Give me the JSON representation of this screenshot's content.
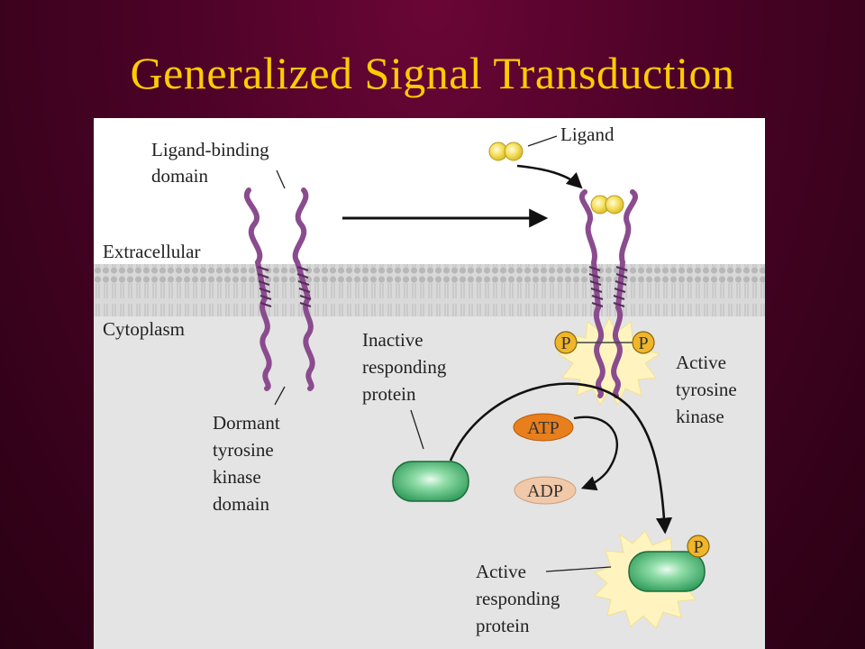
{
  "slide": {
    "title": "Generalized Signal Transduction"
  },
  "figure": {
    "labels": {
      "ligand_binding_line1": "Ligand-binding",
      "ligand_binding_line2": "domain",
      "ligand": "Ligand",
      "extracellular": "Extracellular",
      "cytoplasm": "Cytoplasm",
      "dormant_line1": "Dormant",
      "dormant_line2": "tyrosine",
      "dormant_line3": "kinase",
      "dormant_line4": "domain",
      "inactive_line1": "Inactive",
      "inactive_line2": "responding",
      "inactive_line3": "protein",
      "active_kinase_line1": "Active",
      "active_kinase_line2": "tyrosine",
      "active_kinase_line3": "kinase",
      "active_protein_line1": "Active",
      "active_protein_line2": "responding",
      "active_protein_line3": "protein"
    },
    "molecules": {
      "atp": "ATP",
      "adp": "ADP",
      "phosphate": "P"
    },
    "colors": {
      "receptor": "#8a4c8e",
      "ligand": "#f2d840",
      "membrane": "#c9c9c9",
      "cytoplasm": "#e4e4e4",
      "protein": "#3fae6a",
      "atp": "#e87e1c",
      "adp": "#f1c8a8",
      "phosphate": "#f0b62a",
      "glow": "#fff4bf"
    }
  }
}
